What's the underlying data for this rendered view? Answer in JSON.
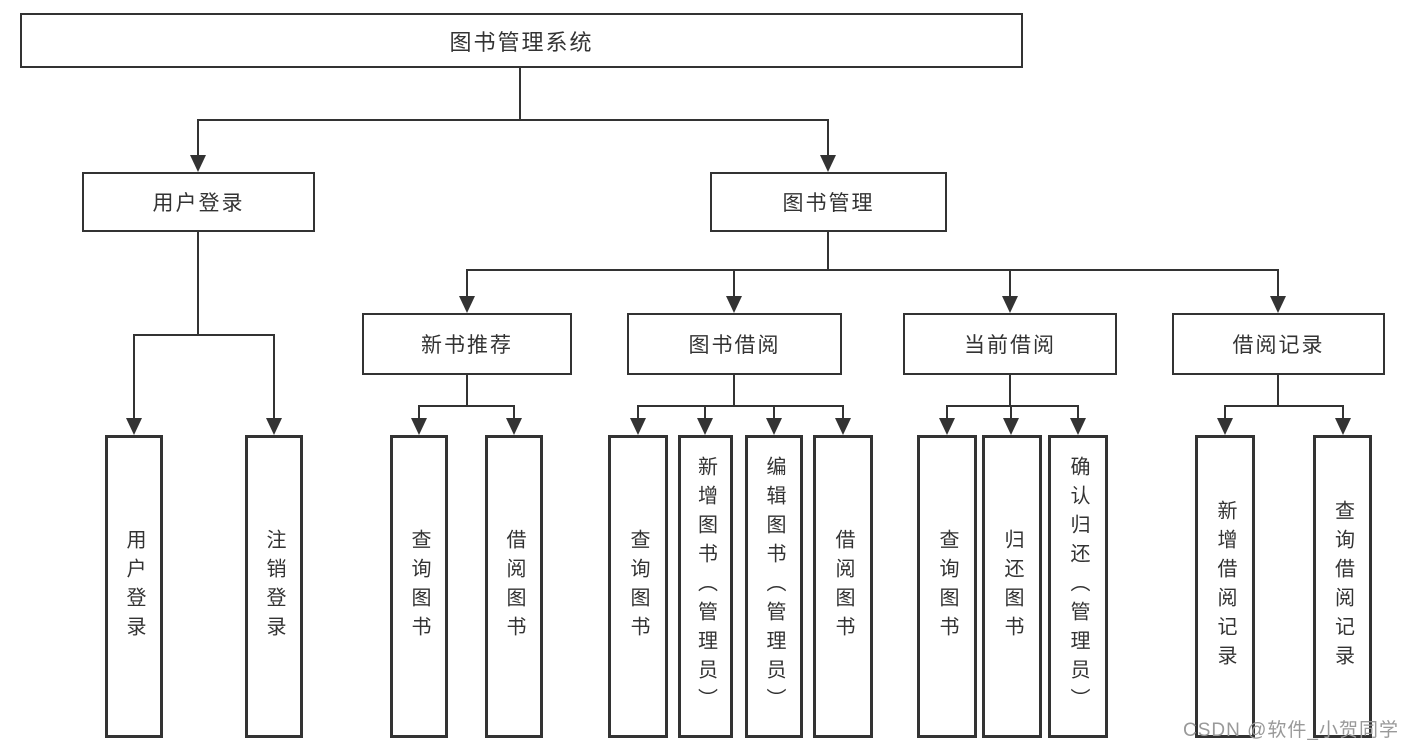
{
  "diagram_title": "图书管理系统",
  "colors": {
    "line": "#333333",
    "text": "#333333",
    "box_background": "#ffffff",
    "page_background": "#ffffff",
    "watermark": "#999999"
  },
  "tree": {
    "label": "图书管理系统",
    "children": [
      {
        "label": "用户登录",
        "children": [
          {
            "label": "用户登录"
          },
          {
            "label": "注销登录"
          }
        ]
      },
      {
        "label": "图书管理",
        "children": [
          {
            "label": "新书推荐",
            "children": [
              {
                "label": "查询图书"
              },
              {
                "label": "借阅图书"
              }
            ]
          },
          {
            "label": "图书借阅",
            "children": [
              {
                "label": "查询图书"
              },
              {
                "label": "新增图书（管理员）"
              },
              {
                "label": "编辑图书（管理员）"
              },
              {
                "label": "借阅图书"
              }
            ]
          },
          {
            "label": "当前借阅",
            "children": [
              {
                "label": "查询图书"
              },
              {
                "label": "归还图书"
              },
              {
                "label": "确认归还（管理员）"
              }
            ]
          },
          {
            "label": "借阅记录",
            "children": [
              {
                "label": "新增借阅记录"
              },
              {
                "label": "查询借阅记录"
              }
            ]
          }
        ]
      }
    ]
  },
  "watermark": "CSDN @软件_小贺同学"
}
